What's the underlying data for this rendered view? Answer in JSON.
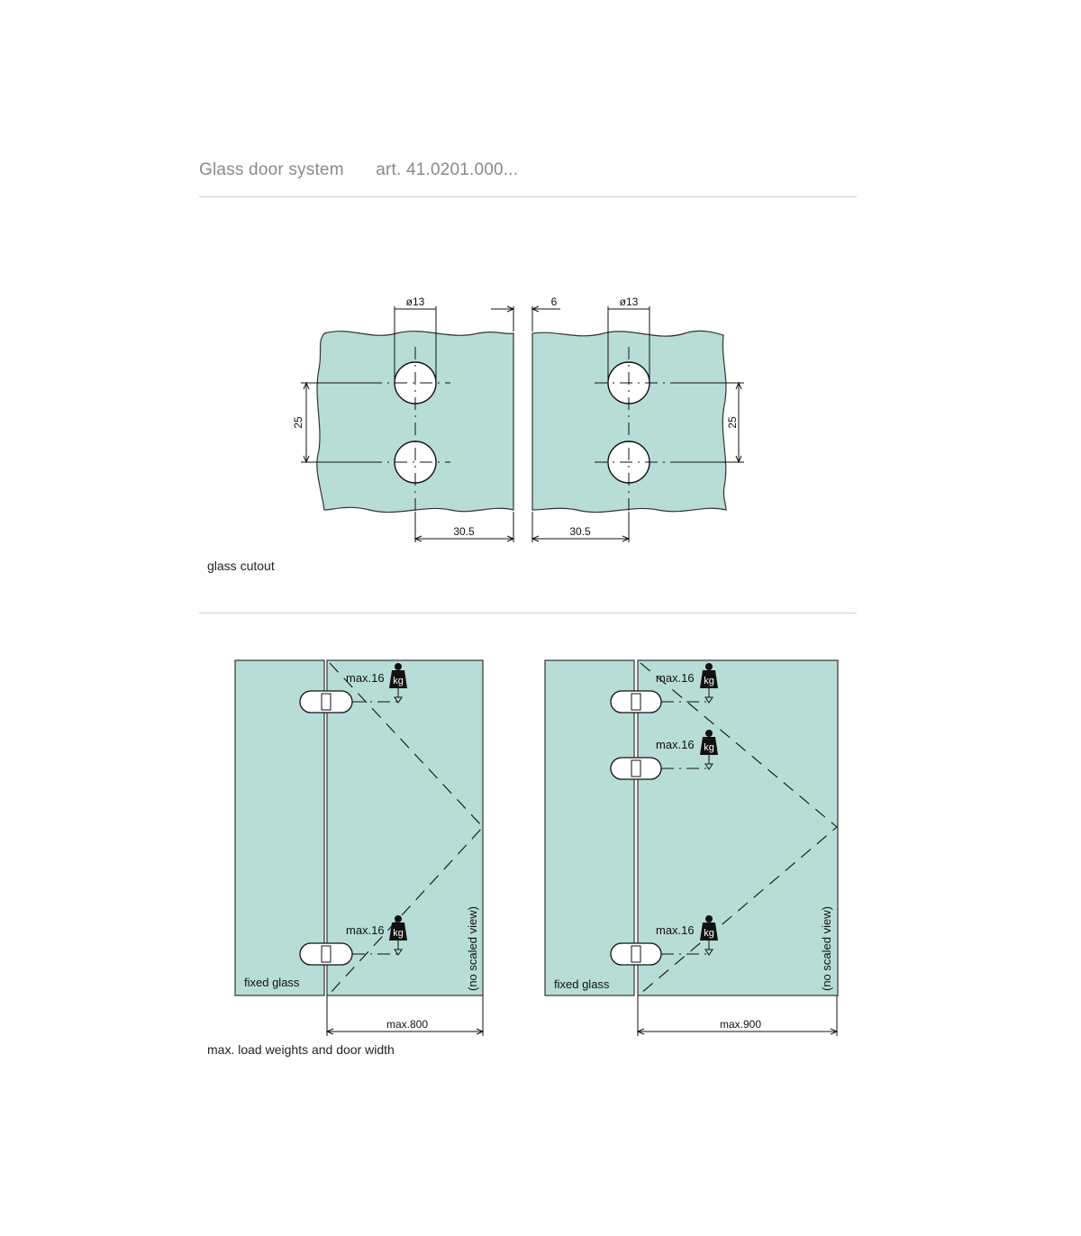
{
  "header": {
    "title": "Glass door system",
    "article": "art. 41.0201.000..."
  },
  "cutout": {
    "caption": "glass cutout",
    "hole_diameter_label": "ø13",
    "vertical_spacing_label": "25",
    "edge_distance_label": "30.5",
    "gap_label": "6"
  },
  "load": {
    "caption": "max. load weights and door width",
    "weight_label": "max.16",
    "kg_label": "kg",
    "fixed_glass_label": "fixed glass",
    "note_label": "(no scaled view)",
    "left_width_label": "max.800",
    "right_width_label": "max.900"
  },
  "colors": {
    "glass": "#b7ddd6",
    "rule": "#cfcfcf",
    "header_text": "#8a8a8a"
  }
}
